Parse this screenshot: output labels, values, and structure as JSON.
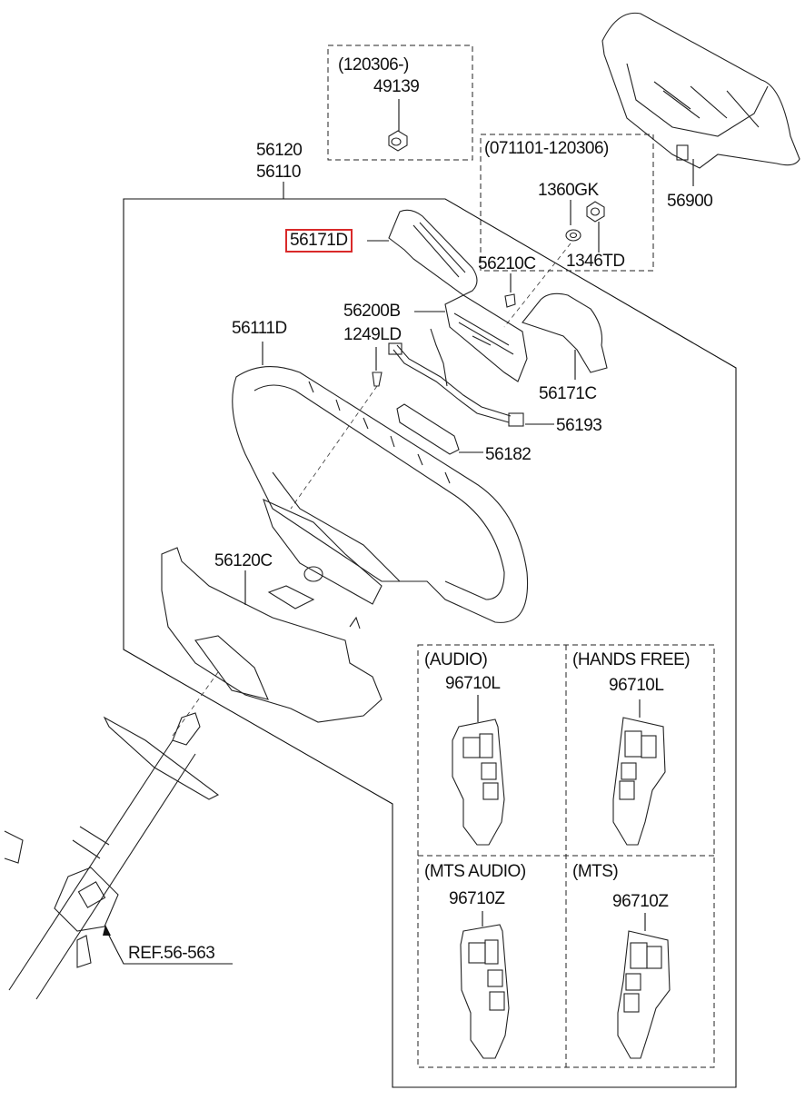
{
  "diagram": {
    "highlight_color": "#d92a2a",
    "labels": {
      "p56120": "56120",
      "p56110": "56110",
      "group_a_title": "(120306-)",
      "p49139": "49139",
      "group_b_title": "(071101-120306)",
      "p1360GK": "1360GK",
      "p1346TD": "1346TD",
      "p56900": "56900",
      "p56171D": "56171D",
      "p56210C": "56210C",
      "p56200B": "56200B",
      "p1249LD": "1249LD",
      "p56111D": "56111D",
      "p56171C": "56171C",
      "p56193": "56193",
      "p56182": "56182",
      "p56120C": "56120C",
      "ref": "REF.56-563"
    },
    "variants": [
      {
        "title": "(AUDIO)",
        "part": "96710L"
      },
      {
        "title": "(HANDS FREE)",
        "part": "96710L"
      },
      {
        "title": "(MTS AUDIO)",
        "part": "96710Z"
      },
      {
        "title": "(MTS)",
        "part": "96710Z"
      }
    ]
  }
}
